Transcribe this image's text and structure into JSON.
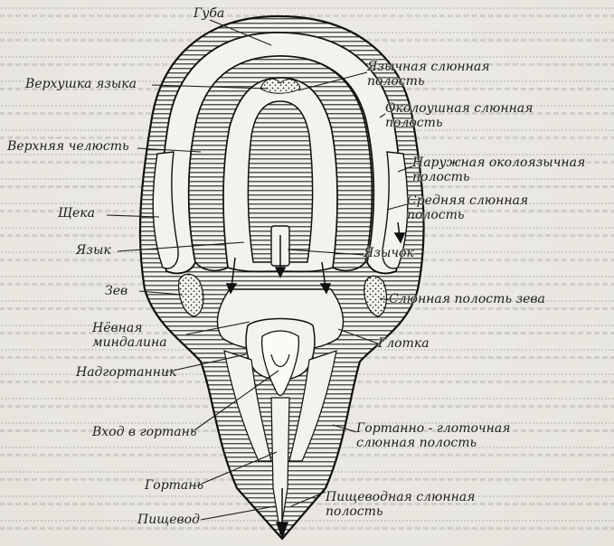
{
  "labels": {
    "guba": "Губа",
    "verkhushka": "Верхушка языка",
    "yazychnaya_1": "Язычная слюнная",
    "yazychnaya_2": "полость",
    "okoloushnaya_1": "Околоушная слюнная",
    "okoloushnaya_2": "полость",
    "verkhnyaya_chelyust": "Верхняя челюсть",
    "naruzhnaya_1": "Наружная околоязычная",
    "naruzhnaya_2": "полость",
    "scheka": "Щека",
    "srednyaya_1": "Средняя слюнная",
    "srednyaya_2": "полость",
    "yazyk": "Язык",
    "yazychok": "Язычок",
    "zev": "Зев",
    "slyunnaya_zeva": "Слюнная полость зева",
    "nebnaya_1": "Нёвная",
    "nebnaya_2": "миндалина",
    "glotka": "Глотка",
    "nadgortannik": "Надгортанник",
    "vkhod": "Вход в гортань",
    "gortanno_1": "Гортанно - глоточная",
    "gortanno_2": "слюнная полость",
    "gortan": "Гортань",
    "pischevodnaya_1": "Пищеводная слюнная",
    "pischevodnaya_2": "полость",
    "pischevod": "Пищевод"
  }
}
